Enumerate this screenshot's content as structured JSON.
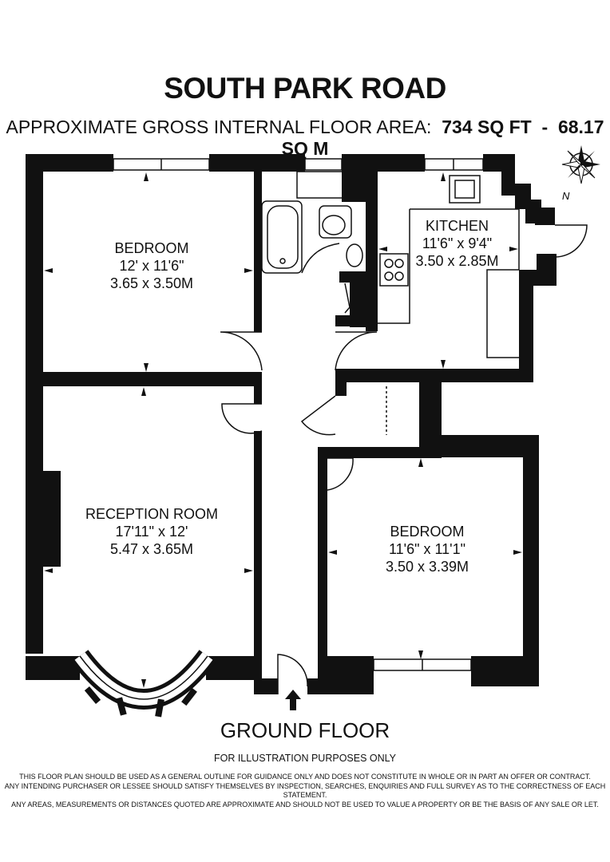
{
  "title": "SOUTH PARK ROAD",
  "area": {
    "label": "APPROXIMATE GROSS INTERNAL FLOOR AREA:",
    "sqft": "734 SQ FT",
    "separator": "-",
    "sqm": "68.17 SQ M"
  },
  "compass": {
    "letter": "N"
  },
  "rooms": [
    {
      "name": "BEDROOM",
      "imperial": "12' x 11'6\"",
      "metric": "3.65 x 3.50M"
    },
    {
      "name": "KITCHEN",
      "imperial": "11'6\" x 9'4\"",
      "metric": "3.50 x 2.85M"
    },
    {
      "name": "RECEPTION ROOM",
      "imperial": "17'11\" x 12'",
      "metric": "5.47 x 3.65M"
    },
    {
      "name": "BEDROOM",
      "imperial": "11'6\" x 11'1\"",
      "metric": "3.50 x 3.39M"
    }
  ],
  "floor": "GROUND FLOOR",
  "illustration_note": "FOR ILLUSTRATION PURPOSES ONLY",
  "disclaimer": [
    "THIS FLOOR PLAN SHOULD BE USED AS A GENERAL OUTLINE FOR GUIDANCE ONLY AND DOES NOT CONSTITUTE IN WHOLE OR IN PART AN OFFER OR CONTRACT.",
    "ANY INTENDING PURCHASER OR LESSEE SHOULD SATISFY THEMSELVES BY INSPECTION, SEARCHES, ENQUIRIES AND FULL SURVEY AS TO THE CORRECTNESS OF EACH STATEMENT.",
    "ANY AREAS, MEASUREMENTS OR DISTANCES QUOTED ARE APPROXIMATE AND SHOULD NOT BE USED TO VALUE A PROPERTY OR BE THE BASIS OF ANY SALE OR LET."
  ]
}
